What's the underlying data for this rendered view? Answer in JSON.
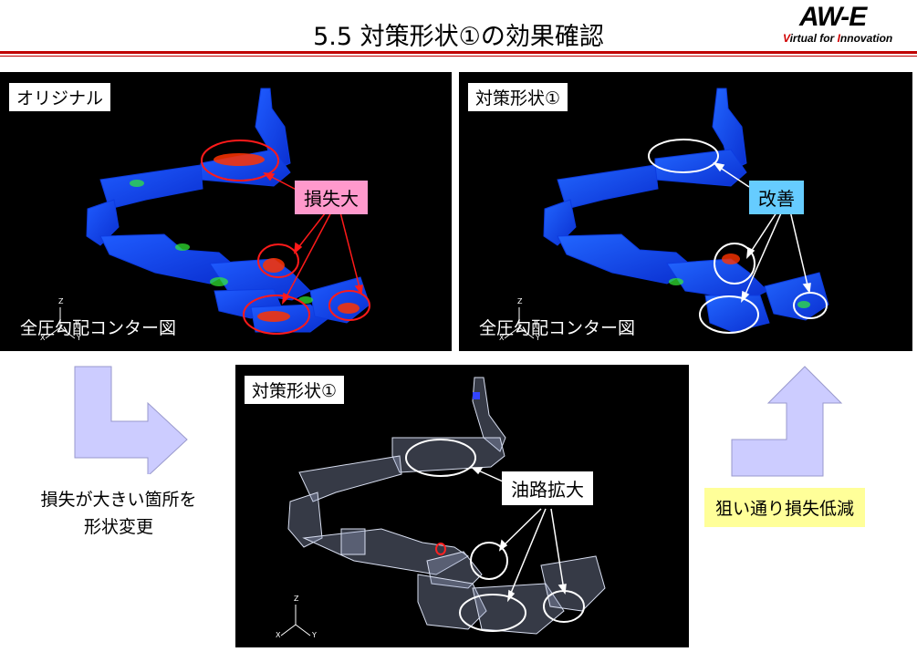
{
  "slide": {
    "title": "5.5 対策形状①の効果確認",
    "logo": {
      "mark": "AW-E",
      "subtitle_parts": [
        "V",
        "irtual for ",
        "I",
        "nnovation"
      ]
    }
  },
  "panels": {
    "original": {
      "label": "オリジナル",
      "contour_label": "全圧勾配コンター図",
      "callout": "損失大"
    },
    "improved": {
      "label": "対策形状①",
      "contour_label": "全圧勾配コンター図",
      "callout": "改善"
    },
    "transparent": {
      "label": "対策形状①",
      "callout": "油路拡大"
    }
  },
  "captions": {
    "left": [
      "損失が大きい箇所を",
      "形状変更"
    ],
    "right": "狙い通り損失低減"
  },
  "colors": {
    "accent_red": "#c00000",
    "loss_callout": "#ff99cc",
    "improve_callout": "#66ccff",
    "goal_callout": "#ffff99",
    "arrow_fill": "#ccccff"
  }
}
